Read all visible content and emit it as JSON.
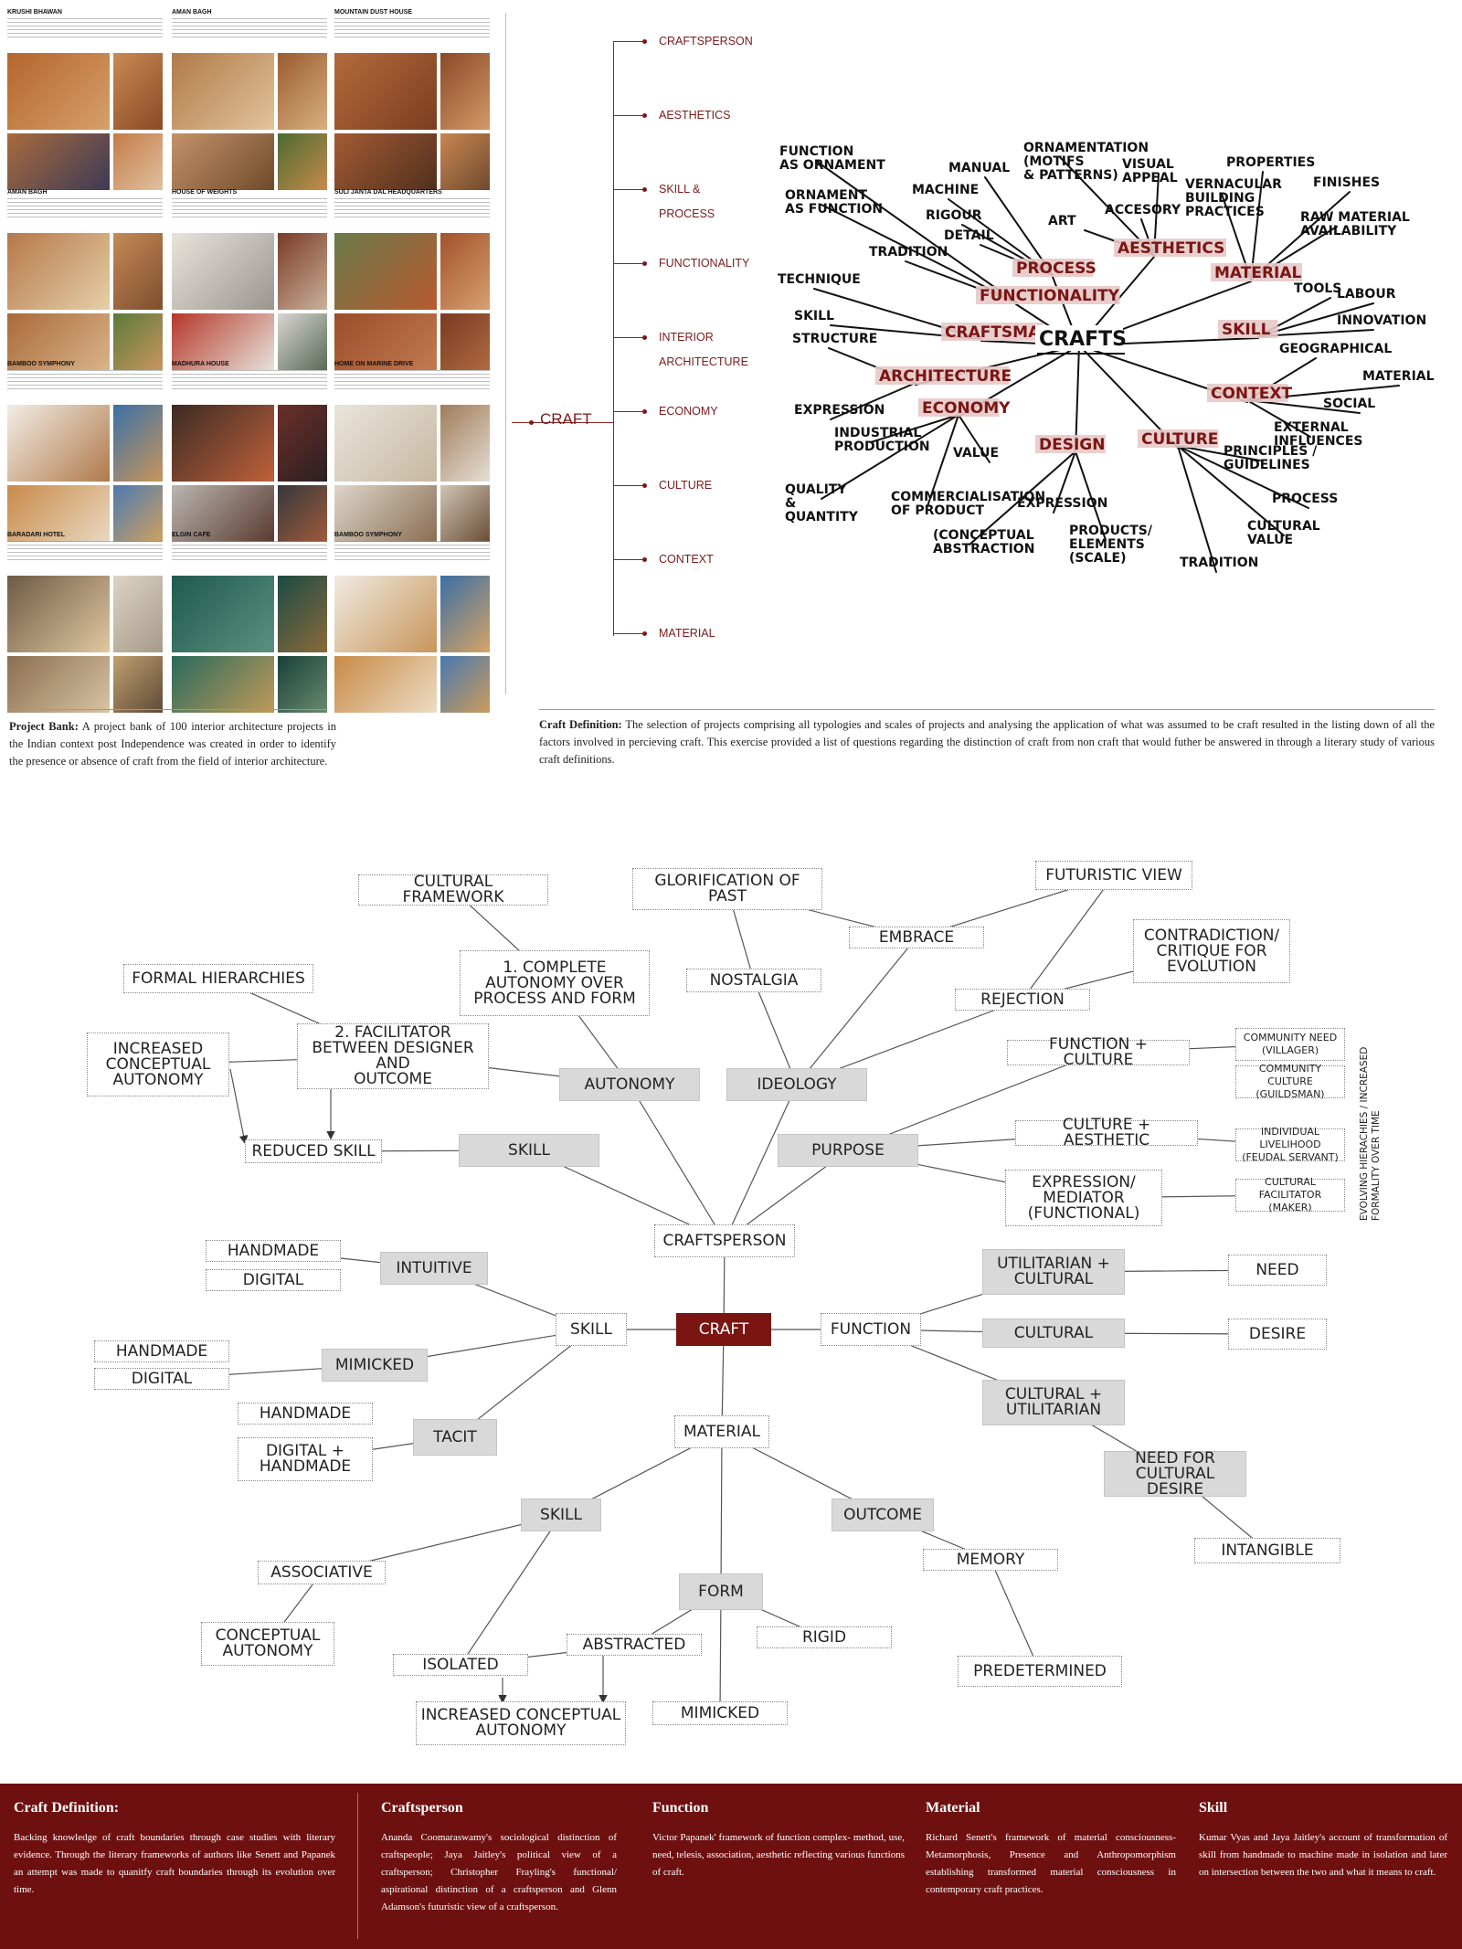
{
  "project_bank": {
    "projects": [
      {
        "name": "KRUSHI BHAWAN",
        "photos": [
          [
            "#b5652c",
            "#d6a06a"
          ],
          [
            "#c98a55",
            "#8a4a25"
          ],
          [
            "#a86b3e",
            "#3d3a55"
          ],
          [
            "#c47c48",
            "#e0c0a0"
          ]
        ]
      },
      {
        "name": "AMAN BAGH",
        "photos": [
          [
            "#b07a4a",
            "#e2c49a"
          ],
          [
            "#9a5c30",
            "#d8b080"
          ],
          [
            "#c4926a",
            "#6f4b2a"
          ],
          [
            "#4b6b33",
            "#c88a4a"
          ]
        ]
      },
      {
        "name": "MOUNTAIN DUST HOUSE",
        "photos": [
          [
            "#b46a3c",
            "#7a3e20"
          ],
          [
            "#8a4a28",
            "#d49868"
          ],
          [
            "#a35a34",
            "#50301c"
          ],
          [
            "#c98652",
            "#6e4a2e"
          ]
        ]
      },
      {
        "name": "AMAN BAGH",
        "photos": [
          [
            "#b5784a",
            "#e6cfa8"
          ],
          [
            "#c48a58",
            "#7e4e2c"
          ],
          [
            "#a96a3a",
            "#d9b48a"
          ],
          [
            "#5c7a3a",
            "#c8955e"
          ]
        ]
      },
      {
        "name": "HOUSE OF WEIGHTS",
        "photos": [
          [
            "#e8e4dc",
            "#9a958e"
          ],
          [
            "#7a3a28",
            "#c9b29a"
          ],
          [
            "#b6372a",
            "#e6e2da"
          ],
          [
            "#d8d6d2",
            "#5a6a58"
          ]
        ]
      },
      {
        "name": "SULI JANTA DAL HEADQUARTERS",
        "photos": [
          [
            "#6a7a4a",
            "#b85a30"
          ],
          [
            "#a3512c",
            "#d7a070"
          ],
          [
            "#9c4d2a",
            "#c07a50"
          ],
          [
            "#7a3a22",
            "#b06a40"
          ]
        ]
      },
      {
        "name": "BAMBOO SYMPHONY",
        "photos": [
          [
            "#f2ede6",
            "#b07a4a"
          ],
          [
            "#3b70a8",
            "#c8955a"
          ],
          [
            "#c98a4a",
            "#e8d8c0"
          ],
          [
            "#4a7ab0",
            "#d0a060"
          ]
        ]
      },
      {
        "name": "MADHURA HOUSE",
        "photos": [
          [
            "#3c2a24",
            "#c0613a"
          ],
          [
            "#6a2f28",
            "#2c2022"
          ],
          [
            "#b9b6b0",
            "#5a3a30"
          ],
          [
            "#35383c",
            "#a05a3a"
          ]
        ]
      },
      {
        "name": "HOME ON MARINE DRIVE",
        "photos": [
          [
            "#e8e4dc",
            "#c8b8a0"
          ],
          [
            "#a07c5a",
            "#e6dfd6"
          ],
          [
            "#ddd6cb",
            "#8a6e52"
          ],
          [
            "#cfc4b4",
            "#6a4e36"
          ]
        ]
      },
      {
        "name": "BARADARI HOTEL",
        "photos": [
          [
            "#6e5a46",
            "#e0c8a0"
          ],
          [
            "#dcd4c6",
            "#a89a88"
          ],
          [
            "#8a6e50",
            "#d8c4a4"
          ],
          [
            "#c0a070",
            "#5e4a38"
          ]
        ]
      },
      {
        "name": "ELGIN CAFE",
        "photos": [
          [
            "#1f5a4e",
            "#5a9080"
          ],
          [
            "#1c4a44",
            "#8a6a3a"
          ],
          [
            "#2a6a5c",
            "#c09a5a"
          ],
          [
            "#184038",
            "#6a8a70"
          ]
        ]
      },
      {
        "name": "BAMBOO SYMPHONY",
        "photos": [
          [
            "#f0ebe2",
            "#c8955a"
          ],
          [
            "#3a6ea6",
            "#d6a464"
          ],
          [
            "#c88a46",
            "#ecdcc4"
          ],
          [
            "#4878ae",
            "#cc9c5c"
          ]
        ]
      }
    ]
  },
  "craft_tree": {
    "root": "CRAFT",
    "items": [
      "CRAFTSPERSON",
      "AESTHETICS",
      "SKILL &\nPROCESS",
      "FUNCTIONALITY",
      "INTERIOR\nARCHITECTURE",
      "ECONOMY",
      "CULTURE",
      "CONTEXT",
      "MATERIAL"
    ]
  },
  "sketch": {
    "center": "CRAFTS",
    "hubs": [
      {
        "text": "PROCESS"
      },
      {
        "text": "AESTHETICS"
      },
      {
        "text": "MATERIAL"
      },
      {
        "text": "FUNCTIONALITY"
      },
      {
        "text": "CRAFTSMAN"
      },
      {
        "text": "SKILL"
      },
      {
        "text": "ARCHITECTURE"
      },
      {
        "text": "CONTEXT"
      },
      {
        "text": "ECONOMY"
      },
      {
        "text": "DESIGN"
      },
      {
        "text": "CULTURE"
      }
    ],
    "words": [
      "FUNCTION\nAS ORNAMENT",
      "ORNAMENT\nAS FUNCTION",
      "MANUAL",
      "MACHINE",
      "RIGOUR",
      "DETAIL",
      "ORNAMENTATION\n(MOTIFS\n& PATTERNS)",
      "VISUAL\nAPPEAL",
      "ART",
      "ACCESORY",
      "PROPERTIES",
      "FINISHES",
      "VERNACULAR\nBUILDING\nPRACTICES",
      "RAW MATERIAL\nAVAILABILITY",
      "TRADITION",
      "TECHNIQUE",
      "TOOLS",
      "LABOUR",
      "SKILL",
      "INNOVATION",
      "STRUCTURE",
      "GEOGRAPHICAL",
      "MATERIAL",
      "EXPRESSION",
      "SOCIAL",
      "EXTERNAL\nINFLUENCES",
      "INDUSTRIAL\nPRODUCTION",
      "VALUE",
      "PRINCIPLES /\nGUIDELINES",
      "QUALITY\n&\nQUANTITY",
      "COMMERCIALISATION\nOF PRODUCT",
      "EXPRESSION",
      "PROCESS",
      "(CONCEPTUAL\nABSTRACTION",
      "PRODUCTS/\nELEMENTS\n(SCALE)",
      "CULTURAL\nVALUE",
      "TRADITION"
    ]
  },
  "captions": {
    "bank_lead": "Project Bank:",
    "bank_text": "A project bank of 100 interior architecture projects in the Indian context post Independence was created in order to identify the presence or absence of craft from the field of interior architecture.",
    "def_lead": "Craft Definition:",
    "def_text": "The selection of projects comprising all typologies and scales of projects and analysing the application of what was assumed to be craft resulted in the listing down of all the factors involved in percieving craft. This exercise provided a list of questions regarding the distinction of craft from non craft that would futher be answered in through a literary study of various craft definitions."
  },
  "concept_map": {
    "side_label": "EVOLVING HIERACHIES / INCREASED\nFORMALITY OVER TIME",
    "nodes": {
      "cultural_framework": "CULTURAL FRAMEWORK",
      "glorification": "GLORIFICATION OF\nPAST",
      "futuristic": "FUTURISTIC VIEW",
      "embrace": "EMBRACE",
      "contradiction": "CONTRADICTION/\nCRITIQUE FOR\nEVOLUTION",
      "formal_hier": "FORMAL HIERARCHIES",
      "complete_autonomy": "1. COMPLETE\nAUTONOMY OVER\nPROCESS AND FORM",
      "nostalgia": "NOSTALGIA",
      "rejection": "REJECTION",
      "inc_conc_auto": "INCREASED\nCONCEPTUAL\nAUTONOMY",
      "facilitator": "2. FACILITATOR\nBETWEEN DESIGNER AND\nOUTCOME",
      "func_culture": "FUNCTION + CULTURE",
      "community_need": "COMMUNITY NEED\n(VILLAGER)",
      "community_culture": "COMMUNITY CULTURE\n(GUILDSMAN)",
      "autonomy": "AUTONOMY",
      "ideology": "IDEOLOGY",
      "reduced_skill": "REDUCED SKILL",
      "skill_top": "SKILL",
      "purpose": "PURPOSE",
      "culture_aesthetic": "CULTURE + AESTHETIC",
      "individual_livelihood": "INDIVIDUAL LIVELIHOOD\n(FEUDAL SERVANT)",
      "expression_mediator": "EXPRESSION/\nMEDIATOR\n(FUNCTIONAL)",
      "cultural_facilitator": "CULTURAL FACILITATOR\n(MAKER)",
      "craftsperson": "CRAFTSPERSON",
      "handmade1": "HANDMADE",
      "digital1": "DIGITAL",
      "intuitive": "INTUITIVE",
      "util_cultural": "UTILITARIAN +\nCULTURAL",
      "need": "NEED",
      "handmade2": "HANDMADE",
      "digital2": "DIGITAL",
      "mimicked_skill": "MIMICKED",
      "skill_mid": "SKILL",
      "craft": "CRAFT",
      "function": "FUNCTION",
      "cultural": "CULTURAL",
      "desire": "DESIRE",
      "handmade3": "HANDMADE",
      "digital_handmade": "DIGITAL +\nHANDMADE",
      "tacit": "TACIT",
      "material": "MATERIAL",
      "cultural_util": "CULTURAL +\nUTILITARIAN",
      "need_cultural_desire": "NEED FOR\nCULTURAL DESIRE",
      "skill_bottom": "SKILL",
      "outcome": "OUTCOME",
      "intangible": "INTANGIBLE",
      "associative": "ASSOCIATIVE",
      "memory": "MEMORY",
      "form": "FORM",
      "conceptual_autonomy": "CONCEPTUAL\nAUTONOMY",
      "abstracted": "ABSTRACTED",
      "rigid": "RIGID",
      "isolated": "ISOLATED",
      "predetermined": "PREDETERMINED",
      "inc_conc_auto2": "INCREASED CONCEPTUAL\nAUTONOMY",
      "mimicked_form": "MIMICKED"
    }
  },
  "footer": {
    "columns": [
      {
        "title": "Craft Definition:",
        "body": "Backing knowledge of craft boundaries through case studies with literary evidence. Through the literary frameworks of authors like Senett and Papanek an attempt was made to quanitfy craft boundaries through its evolution over time."
      },
      {
        "title": "Craftsperson",
        "body": "Ananda Coomaraswamy's sociological distinction of craftspeople; Jaya Jaitley's political view of a craftsperson; Christopher Frayling's functional/ aspirational distinction of a craftsperson and Glenn Adamson's futuristic view of a craftsperson."
      },
      {
        "title": "Function",
        "body": "Victor Papanek' framework of function complex- method, use, need, telesis, association, aesthetic reflecting various functions of craft."
      },
      {
        "title": "Material",
        "body": "Richard Senett's framework of material consciousness- Metamorphosis, Presence and Anthropomorphism establishing transformed material consciousness in contemporary craft practices."
      },
      {
        "title": "Skill",
        "body": "Kumar Vyas and Jaya Jaitley's account of transformation of skill from handmade to machine made in isolation and later on intersection between the two and what it means to craft."
      }
    ]
  },
  "colors": {
    "maroon": "#7a1512",
    "footer": "#6e1010",
    "highlight": "#e7c9c9"
  }
}
